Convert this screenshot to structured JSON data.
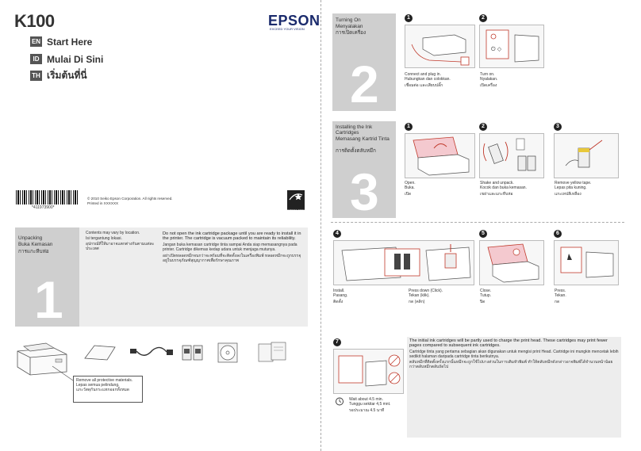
{
  "header": {
    "model": "K100",
    "brand": "EPSON",
    "tagline": "EXCEED YOUR VISION",
    "langs": [
      {
        "code": "EN",
        "title": "Start Here"
      },
      {
        "code": "ID",
        "title": "Mulai Di Sini"
      },
      {
        "code": "TH",
        "title": "เริ่มต้นที่นี่"
      }
    ]
  },
  "barcode": {
    "number": "*411973900*"
  },
  "copyright": {
    "line1": "© 2010 Seiko Epson Corporation. All rights reserved.",
    "line2": "Printed in XXXXXX"
  },
  "energy": {
    "label": "ENERGY STAR"
  },
  "unpacking": {
    "title1": "Unpacking",
    "title2": "Buka Kemasan",
    "title3": "การแกะหีบห่อ",
    "number": "1",
    "note_en": "Contents may vary by location.",
    "note_id": "Isi tergantung lokasi.",
    "note_th": "อุปกรณ์ที่ให้มาอาจแตกต่างกันตามแต่ละประเทศ",
    "warn_en": "Do not open the ink cartridge package until you are ready to install it in the printer. The cartridge is vacuum packed to maintain its reliability.",
    "warn_id": "Jangan buka kemasan cartridge tinta sampai Anda siap memasangnya pada printer. Cartridge dikemas kedap udara untuk menjaga mutunya.",
    "warn_th": "อย่าเปิดหลอดหมึกจนกว่าจะพร้อมที่จะติดตั้งลงในเครื่องพิมพ์ หลอดหมึกจะถูกบรรจุอยู่ในบรรจุภัณฑ์สุญญากาศเพื่อรักษาคุณภาพ",
    "remove_en": "Remove all protective materials.",
    "remove_id": "Lepas semua pelindung.",
    "remove_th": "แกะวัสดุกันกระแทกออกทั้งหมด"
  },
  "turning_on": {
    "title1": "Turning On",
    "title2": "Menyalakan",
    "title3": "การเปิดเครื่อง",
    "number": "2",
    "steps": [
      {
        "n": "1",
        "en": "Connect and plug in.",
        "id": "Hubungkan dan colokkan.",
        "th": "เชื่อมต่อ และเสียบปลั๊ก"
      },
      {
        "n": "2",
        "en": "Turn on.",
        "id": "Nyalakan.",
        "th": "เปิดเครื่อง"
      }
    ]
  },
  "installing": {
    "title1": "Installing the Ink Cartridges",
    "title2": "Memasang Kartrid Tinta",
    "title3": "การติดตั้งตลับหมึก",
    "number": "3",
    "steps": [
      {
        "n": "1",
        "en": "Open.",
        "id": "Buka.",
        "th": "เปิด"
      },
      {
        "n": "2",
        "en": "Shake and unpack.",
        "id": "Kocok dan buka kemasan.",
        "th": "เขย่าและแกะหีบห่อ"
      },
      {
        "n": "3",
        "en": "Remove yellow tape.",
        "id": "Lepas pita kuning.",
        "th": "แกะเทปสีเหลือง"
      },
      {
        "n": "4",
        "en": "Install.",
        "id": "Pasang.",
        "th": "ติดตั้ง"
      },
      {
        "n": "",
        "en": "Press down (Click).",
        "id": "Tekan (klik).",
        "th": "กด (คลิก)"
      },
      {
        "n": "5",
        "en": "Close.",
        "id": "Tutup.",
        "th": "ปิด"
      },
      {
        "n": "6",
        "en": "Press.",
        "id": "Tekan.",
        "th": "กด"
      }
    ],
    "step7": {
      "n": "7",
      "wait_en": "Wait about 4.5 min.",
      "wait_id": "Tunggu sekitar 4,5 mnt.",
      "wait_th": "รอประมาณ 4.5 นาที",
      "note_en": "The initial ink cartridges will be partly used to charge the print head. These cartridges may print fewer pages compared to subsequent ink cartridges.",
      "note_id": "Cartridge tinta yang pertama sebagian akan digunakan untuk mengisi print Head. Cartridge ini mungkin mencetak lebih sedikit halaman daripada cartridge tinta berikutnya.",
      "note_th": "ตลับหมึกที่ติดตั้งครั้งแรกนั้นหมึกจะถูกใช้ไปบางส่วนในการเติมหัวพิมพ์ ทำให้ตลับหมึกดังกล่าวอาจพิมพ์ได้จำนวนหน้าน้อยกว่าตลับหมึกตลับถัดไป"
    }
  }
}
